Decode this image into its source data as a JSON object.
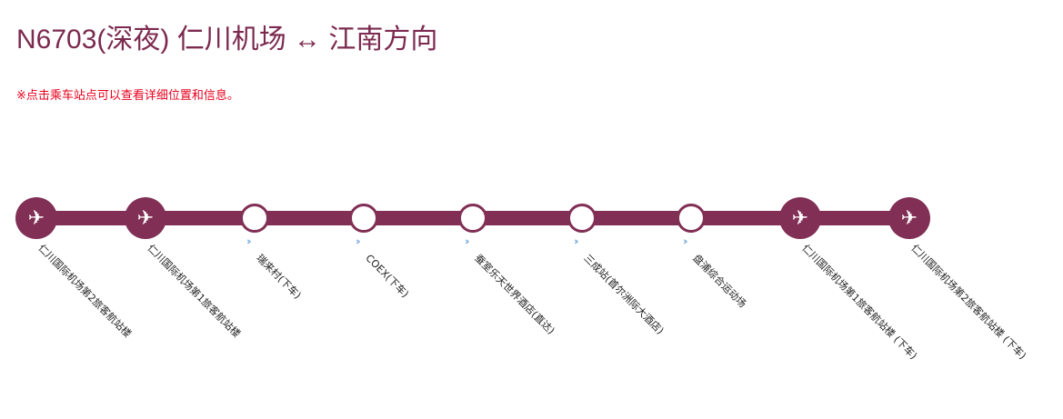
{
  "title": "N6703(深夜) 仁川机场 ↔ 江南方向",
  "note": "※点击乘车站点可以查看详细位置和信息。",
  "colors": {
    "line": "#812f55",
    "note": "#e8001c",
    "chevron": "#8ab6e0"
  },
  "stations": [
    {
      "name": "仁川国际机场第2旅客航站楼",
      "type": "airport"
    },
    {
      "name": "仁川国际机场第1旅客航站楼",
      "type": "airport"
    },
    {
      "name": "瑞来村(下车)",
      "type": "stop"
    },
    {
      "name": "COEX(下车)",
      "type": "stop"
    },
    {
      "name": "蚕室乐天世界酒店(直达)",
      "type": "stop"
    },
    {
      "name": "三成站(首尔洲际大酒店)",
      "type": "stop"
    },
    {
      "name": "盘浦综合运动场",
      "type": "stop"
    },
    {
      "name": "仁川国际机场第1旅客航站楼 (下车)",
      "type": "airport"
    },
    {
      "name": "仁川国际机场第2旅客航站楼 (下车)",
      "type": "airport"
    }
  ]
}
